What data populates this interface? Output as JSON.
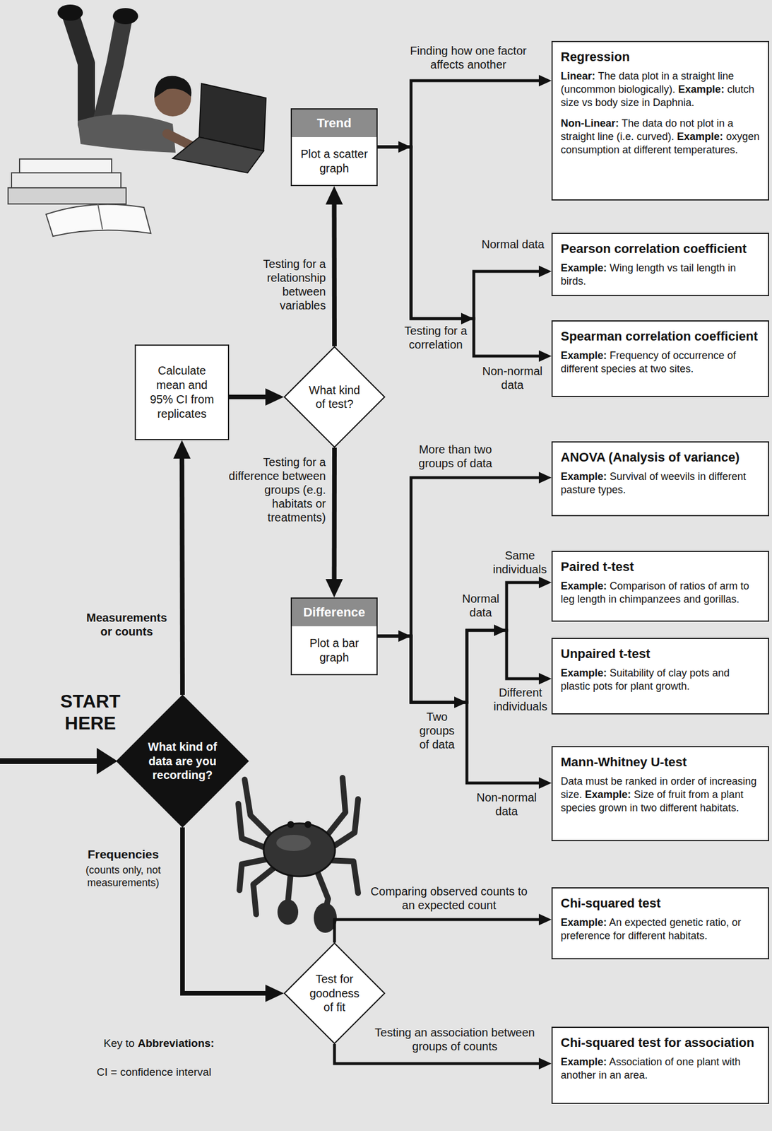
{
  "diagram": {
    "nodes": [
      {
        "text": [
          "Trend",
          "Plot a scatter graph"
        ]
      },
      {
        "text": [
          "Regression",
          "Linear: The data plot in a straight line (uncommon biologically). Example: clutch size vs body size in Daphnia.",
          "Non-Linear: The data do not plot in a straight line (i.e. curved). Example: oxygen consumption at different temperatures."
        ]
      },
      {
        "text": [
          "Pearson correlation coefficient",
          "Example: Wing length vs tail length in birds."
        ]
      },
      {
        "text": [
          "Calculate mean and 95% CI from replicates"
        ]
      },
      {
        "text": [
          "What kind of test?"
        ]
      },
      {
        "text": [
          "Spearman correlation coefficient",
          "Example: Frequency of occurrence of different species at two sites."
        ]
      },
      {
        "text": [
          "ANOVA (Analysis of variance)",
          "Example: Survival of weevils in different pasture types."
        ]
      },
      {
        "text": [
          "Difference",
          "Plot a bar graph"
        ]
      },
      {
        "text": [
          "Paired t-test",
          "Example: Comparison of ratios of arm to leg length in chimpanzees and gorillas."
        ]
      },
      {
        "text": [
          "Unpaired t-test",
          "Example: Suitability of clay pots and plastic pots for plant growth."
        ]
      },
      {
        "text": [
          "Mann-Whitney U-test",
          "Data must be ranked in order of increasing size. Example: Size of fruit from a plant species grown in two different habitats."
        ]
      },
      {
        "text": [
          "What kind of data are you recording?"
        ]
      },
      {
        "text": [
          "Chi-squared test",
          "Example: An expected genetic ratio, or preference for different habitats."
        ]
      },
      {
        "text": [
          "Test for goodness of fit"
        ]
      },
      {
        "text": [
          "Chi-squared test for association",
          "Example: Association of one plant with another in an area."
        ]
      }
    ],
    "edges": [
      {
        "from": 11,
        "to": 3,
        "arrow": "to",
        "label": "Measurements or counts"
      },
      {
        "from": 3,
        "to": 4,
        "arrow": "to"
      },
      {
        "from": 4,
        "to": 0,
        "arrow": "to",
        "label": "Testing for a relationship between variables"
      },
      {
        "from": 4,
        "to": 7,
        "arrow": "to",
        "label": "Testing for a difference between groups (e.g. habitats or treatments)"
      },
      {
        "from": 0,
        "to": 1,
        "arrow": "to",
        "label": "Finding how one factor affects another"
      },
      {
        "from": 0,
        "to": 2,
        "arrow": "to",
        "label": "Normal data"
      },
      {
        "from": 0,
        "to": 5,
        "arrow": "to",
        "label": "Non-normal data"
      },
      {
        "from": 7,
        "to": 6,
        "arrow": "to",
        "label": "More than two groups of data"
      },
      {
        "from": 7,
        "to": 8,
        "arrow": "to",
        "label": "Same individuals"
      },
      {
        "from": 7,
        "to": 9,
        "arrow": "to",
        "label": "Different individuals"
      },
      {
        "from": 7,
        "to": 10,
        "arrow": "to",
        "label": "Non-normal data"
      },
      {
        "from": 11,
        "to": 13,
        "arrow": "to",
        "label": "Frequencies"
      },
      {
        "from": 13,
        "to": 12,
        "arrow": "to",
        "label": "Comparing observed counts to an expected count"
      },
      {
        "from": 13,
        "to": 14,
        "arrow": "to",
        "label": "Testing an association between groups of counts"
      }
    ],
    "labels": [
      "START HERE",
      "Testing for a correlation",
      "Two groups of data",
      "Normal data",
      "(counts only, not measurements)",
      "Key to Abbreviations:",
      "CI = confidence interval"
    ]
  }
}
